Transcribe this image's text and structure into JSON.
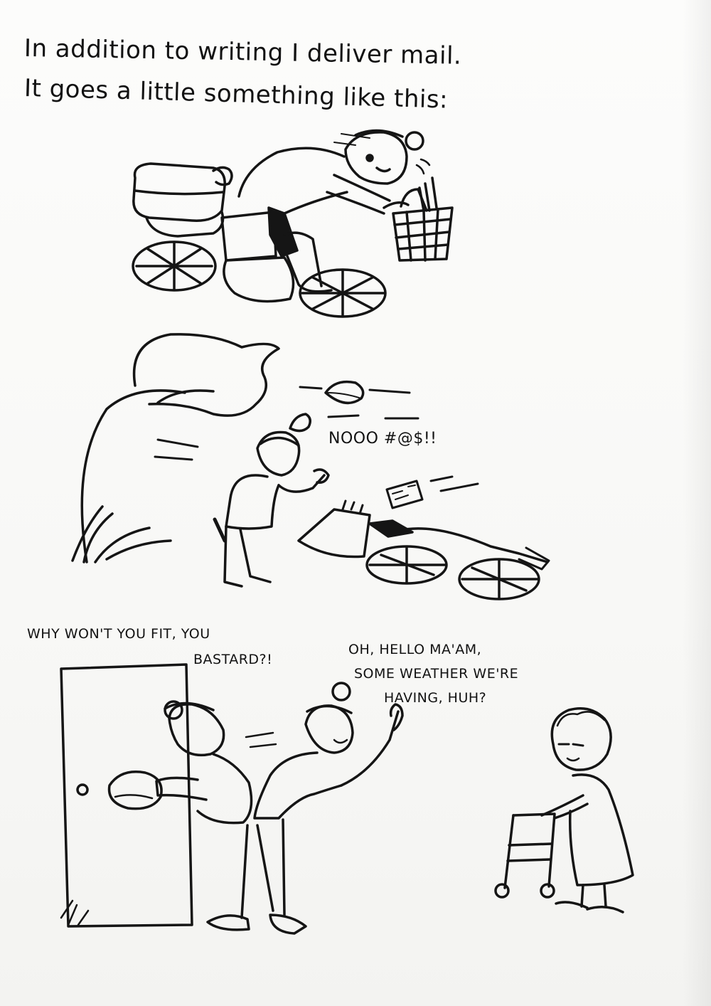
{
  "intro": {
    "line1": "In addition to writing I deliver mail.",
    "line2": "It goes a little something like this:"
  },
  "panel2": {
    "exclamation": "NOOO #@$!!"
  },
  "panel3": {
    "frustrated_line1": "WHY WON'T YOU FIT, YOU",
    "frustrated_line2": "BASTARD?!",
    "greeting_line1": "OH, HELLO MA'AM,",
    "greeting_line2": "SOME WEATHER WE'RE",
    "greeting_line3": "HAVING, HUH?"
  },
  "colors": {
    "ink": "#151515",
    "paper": "#f8f8f6"
  }
}
